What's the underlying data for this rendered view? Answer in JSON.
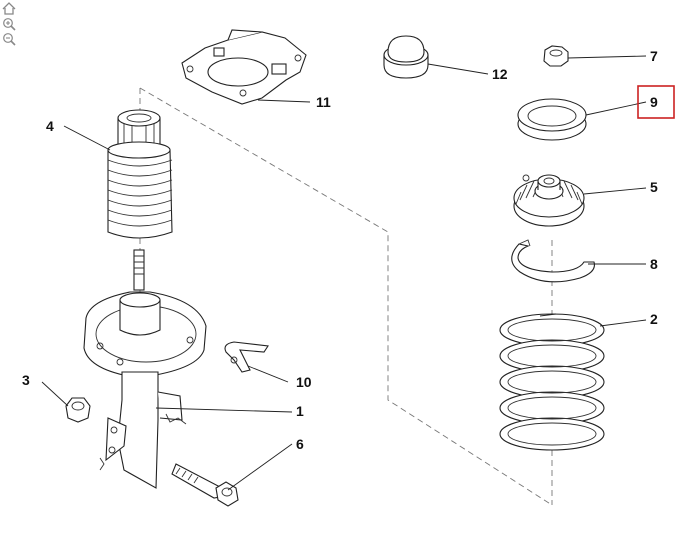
{
  "zoom_tools": [
    {
      "id": "home",
      "icon": "home-icon"
    },
    {
      "id": "zoom-in",
      "icon": "zoom-in-icon"
    },
    {
      "id": "zoom-out",
      "icon": "zoom-out-icon"
    }
  ],
  "callouts": {
    "c1": "1",
    "c2": "2",
    "c3": "3",
    "c4": "4",
    "c5": "5",
    "c6": "6",
    "c7": "7",
    "c8": "8",
    "c9": "9",
    "c10": "10",
    "c11": "11",
    "c12": "12"
  },
  "highlight": {
    "callout": "9",
    "color": "#cc2222"
  }
}
